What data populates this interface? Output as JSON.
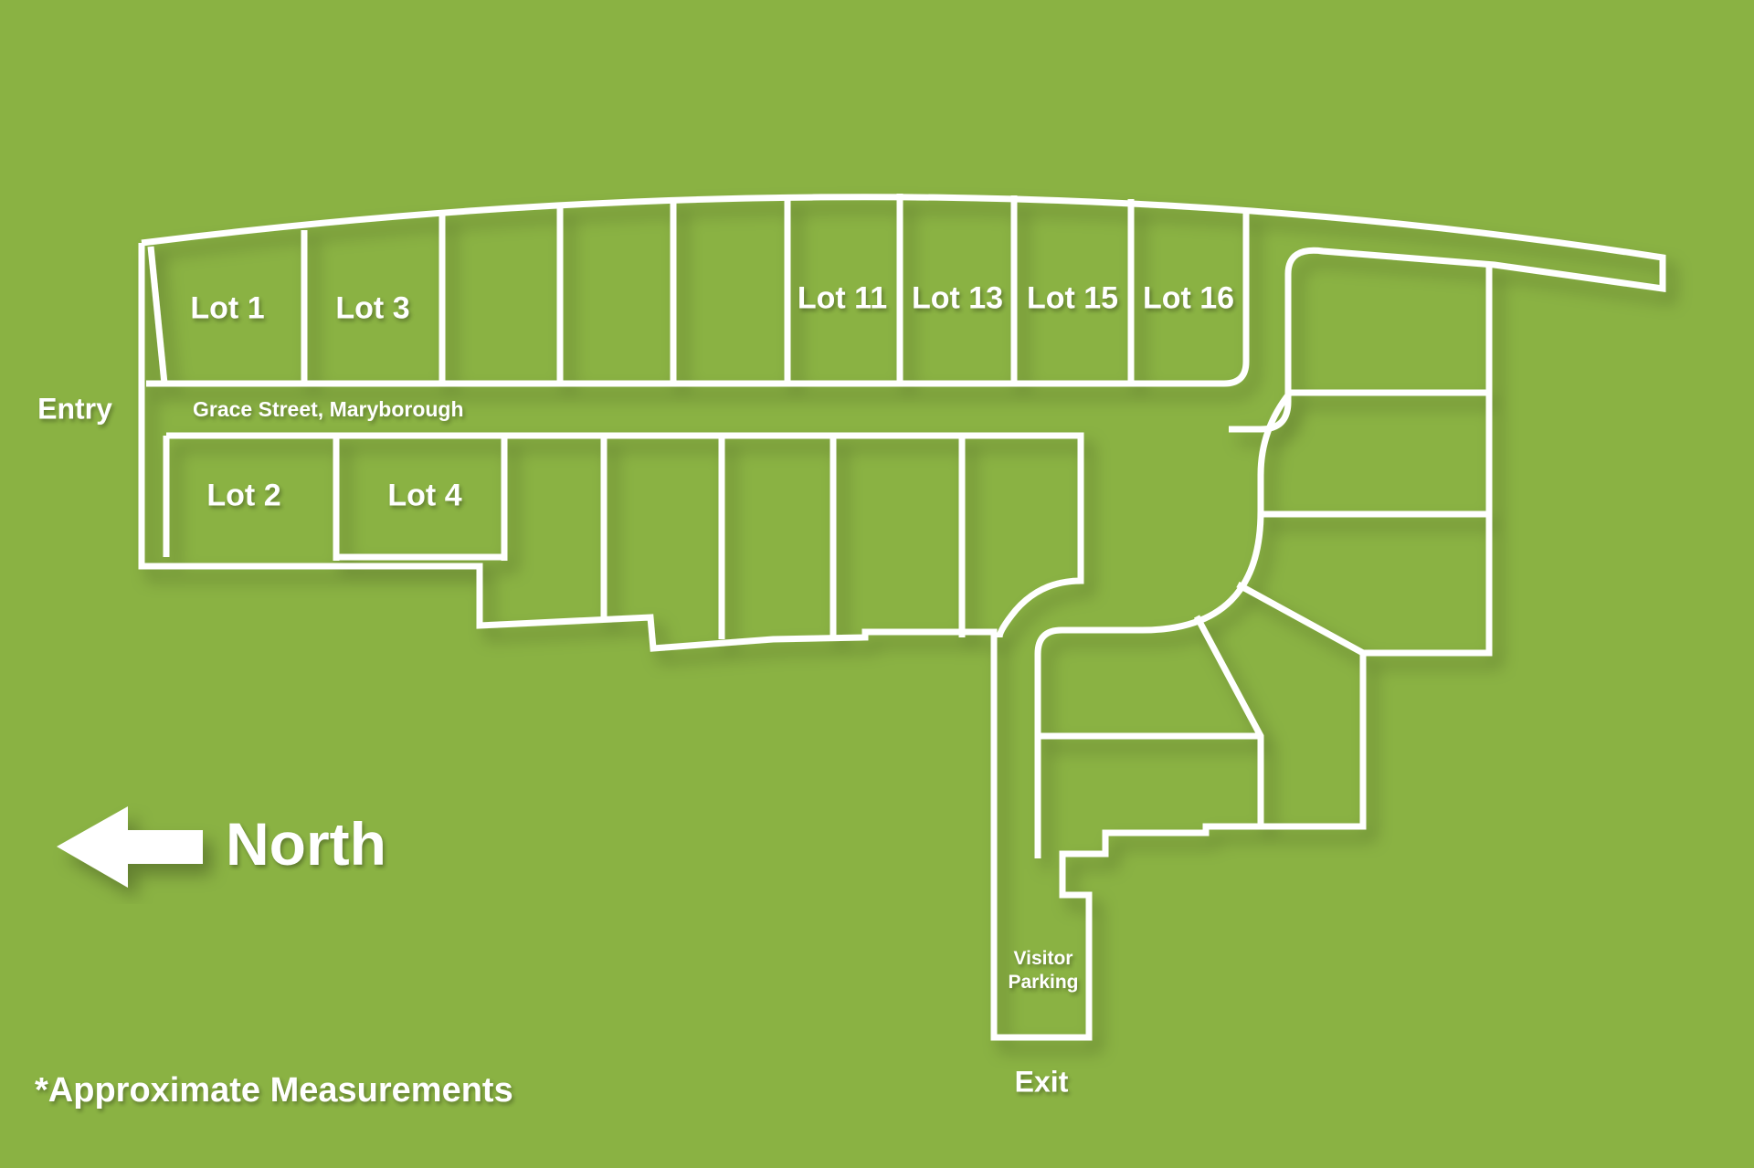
{
  "map": {
    "background_color": "#8ab243",
    "line_color": "#ffffff",
    "lots": [
      {
        "id": "lot-1",
        "label": "Lot 1"
      },
      {
        "id": "lot-3",
        "label": "Lot 3"
      },
      {
        "id": "lot-11",
        "label": "Lot 11"
      },
      {
        "id": "lot-13",
        "label": "Lot 13"
      },
      {
        "id": "lot-15",
        "label": "Lot 15"
      },
      {
        "id": "lot-16",
        "label": "Lot 16"
      },
      {
        "id": "lot-2",
        "label": "Lot 2"
      },
      {
        "id": "lot-4",
        "label": "Lot 4"
      }
    ],
    "entry_label": "Entry",
    "exit_label": "Exit",
    "street_label": "Grace Street, Maryborough",
    "visitor_parking_label_line1": "Visitor",
    "visitor_parking_label_line2": "Parking",
    "north_label": "North",
    "north_arrow_icon": "arrow-left-icon",
    "footnote": "*Approximate Measurements"
  }
}
